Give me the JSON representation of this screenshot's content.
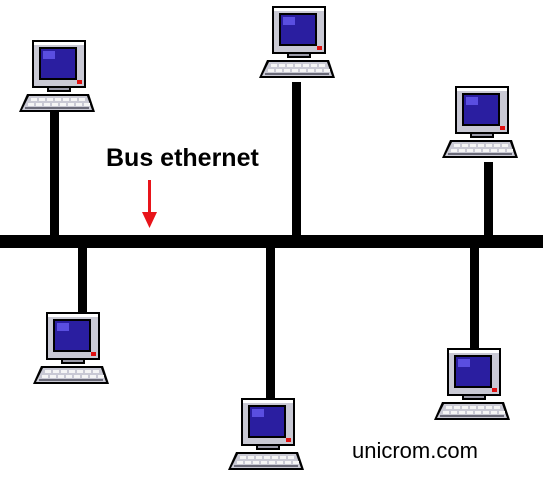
{
  "diagram": {
    "label": "Bus ethernet",
    "watermark": "unicrom.com",
    "node_count": 6,
    "colors": {
      "bus": "#000000",
      "arrow": "#e8141a",
      "monitor_body": "#c9c9d4",
      "monitor_screen": "#2a1ea0",
      "power_led": "#e01010",
      "keyboard_keys": "#f5f5f5"
    },
    "icons": {
      "computer": "desktop-computer-icon",
      "arrow": "down-arrow-icon"
    }
  }
}
